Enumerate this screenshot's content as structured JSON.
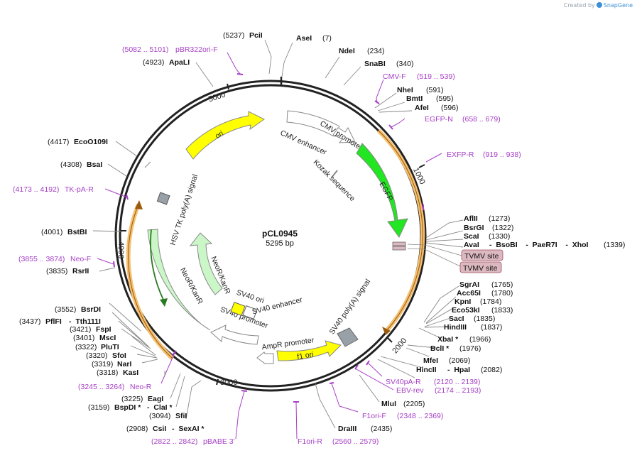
{
  "credit": {
    "prefix": "Created by",
    "brand": "SnapGene"
  },
  "plasmid": {
    "name": "pCL0945",
    "length": "5295 bp"
  },
  "ticks": [
    "1000",
    "2000",
    "3000",
    "4000",
    "5000"
  ],
  "features": [
    {
      "label": "ori"
    },
    {
      "label": "CMV enhancer"
    },
    {
      "label": "CMV promoter"
    },
    {
      "label": "Kozak sequence"
    },
    {
      "label": "EGFP"
    },
    {
      "label": "SV40 poly(A) signal"
    },
    {
      "label": "f1 ori"
    },
    {
      "label": "AmpR promoter"
    },
    {
      "label": "SV40 promoter"
    },
    {
      "label": "SV40 ori"
    },
    {
      "label": "SV40 enhancer"
    },
    {
      "label": "NeoR/KanR"
    },
    {
      "label": "NeoR/KanR"
    },
    {
      "label": "HSV TK poly(A) signal"
    }
  ],
  "sites": [
    {
      "label": "TVMV site"
    },
    {
      "label": "TVMV site"
    }
  ],
  "enzymes": [
    {
      "name": "PciI",
      "pos": "(5237)"
    },
    {
      "name": "AseI",
      "pos": "(7)"
    },
    {
      "name": "NdeI",
      "pos": "(234)"
    },
    {
      "name": "SnaBI",
      "pos": "(340)"
    },
    {
      "name": "NheI",
      "pos": "(591)"
    },
    {
      "name": "BmtI",
      "pos": "(595)"
    },
    {
      "name": "AfeI",
      "pos": "(596)"
    },
    {
      "name": "AflII",
      "pos": "(1273)"
    },
    {
      "name": "BsrGI",
      "pos": "(1322)"
    },
    {
      "name": "ScaI",
      "pos": "(1330)"
    },
    {
      "name": "AvaI",
      "extra": "-  BsoBI    -  PaeR7I    -  XhoI",
      "pos": "(1339)"
    },
    {
      "name": "SgrAI",
      "pos": "(1765)"
    },
    {
      "name": "Acc65I",
      "pos": "(1780)"
    },
    {
      "name": "KpnI",
      "pos": "(1784)"
    },
    {
      "name": "Eco53kI",
      "pos": "(1833)"
    },
    {
      "name": "SacI",
      "pos": "(1835)"
    },
    {
      "name": "HindIII",
      "pos": "(1837)"
    },
    {
      "name": "XbaI *",
      "pos": "(1966)"
    },
    {
      "name": "BclI *",
      "pos": "(1976)"
    },
    {
      "name": "MfeI",
      "pos": "(2069)"
    },
    {
      "name": "HincII",
      "extra": "-  HpaI",
      "pos": "(2082)"
    },
    {
      "name": "MluI",
      "pos": "(2205)"
    },
    {
      "name": "DraIII",
      "pos": "(2435)"
    },
    {
      "name": "CsiI",
      "extra": "-  SexAI *",
      "pos": "(2908)"
    },
    {
      "name": "SfiI",
      "pos": "(3094)"
    },
    {
      "name": "BspDI *",
      "extra": "-  ClaI *",
      "pos": "(3159)"
    },
    {
      "name": "EagI",
      "pos": "(3225)"
    },
    {
      "name": "KasI",
      "pos": "(3318)"
    },
    {
      "name": "NarI",
      "pos": "(3319)"
    },
    {
      "name": "SfoI",
      "pos": "(3320)"
    },
    {
      "name": "PluTI",
      "pos": "(3322)"
    },
    {
      "name": "MscI",
      "pos": "(3401)"
    },
    {
      "name": "FspI",
      "pos": "(3421)"
    },
    {
      "name": "PflFI",
      "extra": "-  Tth111I",
      "pos": "(3437)"
    },
    {
      "name": "BsrDI",
      "pos": "(3552)"
    },
    {
      "name": "RsrII",
      "pos": "(3835)"
    },
    {
      "name": "BstBI",
      "pos": "(4001)"
    },
    {
      "name": "BsaI",
      "pos": "(4308)"
    },
    {
      "name": "EcoO109I",
      "pos": "(4417)"
    },
    {
      "name": "ApaLI",
      "pos": "(4923)"
    }
  ],
  "primers": [
    {
      "name": "pBR322ori-F",
      "range": "(5082 .. 5101)"
    },
    {
      "name": "CMV-F",
      "range": "(519 .. 539)"
    },
    {
      "name": "EGFP-N",
      "range": "(658 .. 679)"
    },
    {
      "name": "EXFP-R",
      "range": "(919 .. 938)"
    },
    {
      "name": "SV40pA-R",
      "range": "(2120 .. 2139)"
    },
    {
      "name": "EBV-rev",
      "range": "(2174 .. 2193)"
    },
    {
      "name": "F1ori-F",
      "range": "(2348 .. 2369)"
    },
    {
      "name": "F1ori-R",
      "range": "(2560 .. 2579)"
    },
    {
      "name": "pBABE 3'",
      "range": "(2822 .. 2842)"
    },
    {
      "name": "Neo-R",
      "range": "(3245 .. 3264)"
    },
    {
      "name": "Neo-F",
      "range": "(3855 .. 3874)"
    },
    {
      "name": "TK-pA-R",
      "range": "(4173 .. 4192)"
    }
  ],
  "colors": {
    "primer": "#a63fc6",
    "ori": "#ffff00",
    "egfp": "#22e622",
    "neo": "#cbf7c8",
    "promoter": "#ffffff",
    "orf_band": "#f5b040",
    "polya": "#98a0a8",
    "tvmv": "#dcb8c0"
  }
}
